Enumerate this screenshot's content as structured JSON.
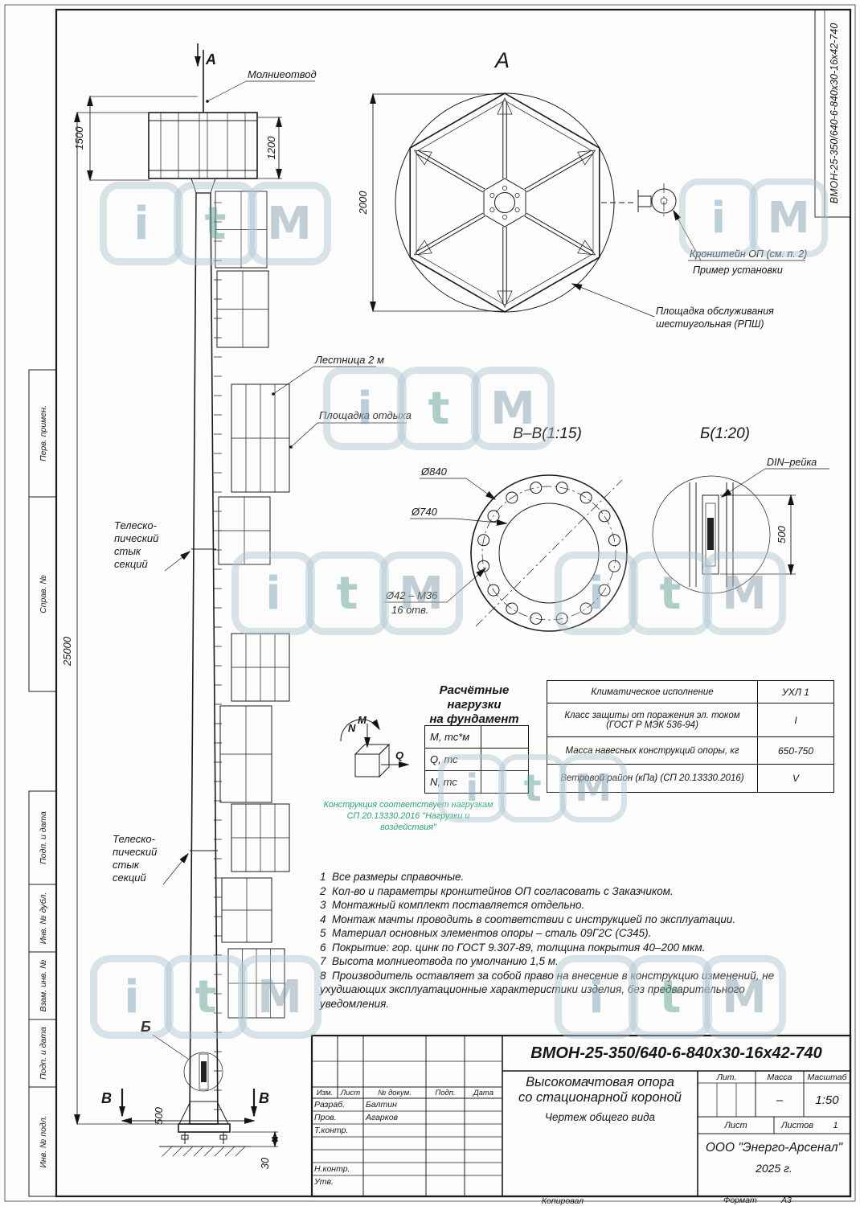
{
  "doc": {
    "designation": "ВМОН-25-350/640-6-840х30-16х42-740",
    "title_line1": "Высокомачтовая опора",
    "title_line2": "со стационарной короной",
    "subtitle": "Чертеж общего вида",
    "company": "ООО \"Энерго-Арсенал\"",
    "year": "2025 г.",
    "scale": "1:50",
    "mass": "–",
    "lit_label": "Лит.",
    "mass_label": "Масса",
    "scale_label": "Масштаб",
    "sheet_label": "Лист",
    "sheets_label": "Листов",
    "sheets_value": "1",
    "copied_label": "Копировал",
    "format_label": "Формат",
    "format_value": "А3"
  },
  "titleblock": {
    "col_izm": "Изм.",
    "col_list": "Лист",
    "col_doc": "№ докум.",
    "col_sign": "Подп.",
    "col_date": "Дата",
    "rows": [
      {
        "role": "Разраб.",
        "name": "Балтин"
      },
      {
        "role": "Пров.",
        "name": "Агарков"
      },
      {
        "role": "Т.контр.",
        "name": ""
      },
      {
        "role": "Н.контр.",
        "name": ""
      },
      {
        "role": "Утв.",
        "name": ""
      }
    ]
  },
  "margin_labels": [
    "Перв. примен.",
    "Справ. №",
    "Подп. и дата",
    "Инв. № дубл.",
    "Взам. инв. №",
    "Подп. и дата",
    "Инв. № подл."
  ],
  "elevation": {
    "section_a": "А",
    "lightning_rod": "Молниеотвод",
    "ladder": "Лестница 2 м",
    "rest_platform": "Площадка отдыха",
    "telescopic_line1": "Телеско-",
    "telescopic_line2": "пический",
    "telescopic_line3": "стык",
    "telescopic_line4": "секций",
    "marker_b": "Б",
    "marker_v": "В",
    "dim_1500": "1500",
    "dim_1200": "1200",
    "dim_25000": "25000",
    "dim_500": "500",
    "dim_30": "30"
  },
  "view_a": {
    "title": "А",
    "dim_2000": "2000",
    "bracket_line1": "Кронштейн ОП (см. п. 2)",
    "bracket_line2": "Пример установки",
    "platform_line1": "Площадка обслуживания",
    "platform_line2": "шестиугольная (РПШ)"
  },
  "view_vv": {
    "title": "В–В(1:15)",
    "dim_840": "Ø840",
    "dim_740": "Ø740",
    "holes_line1": "Ø42 – М36",
    "holes_line2": "16 отв."
  },
  "view_b": {
    "title": "Б(1:20)",
    "din": "DIN–рейка",
    "dim_500": "500"
  },
  "loads": {
    "title_line1": "Расчётные нагрузки",
    "title_line2": "на фундамент",
    "m_label": "М",
    "n_label": "N",
    "q_label": "Q",
    "rows": [
      "М, тс*м",
      "Q, тс",
      "N, тс"
    ],
    "note_line1": "Конструкция соответствует нагрузкам",
    "note_line2": "СП 20.13330.2016 \"Нагрузки и воздействия\""
  },
  "spec_table": {
    "rows": [
      {
        "param": "Климатическое исполнение",
        "param2": "",
        "value": "УХЛ 1"
      },
      {
        "param": "Класс защиты от поражения эл. током",
        "param2": "(ГОСТ Р МЭК 536-94)",
        "value": "I"
      },
      {
        "param": "Масса навесных конструкций опоры, кг",
        "param2": "",
        "value": "650-750"
      },
      {
        "param": "Ветровой район (кПа) (СП 20.13330.2016)",
        "param2": "",
        "value": "V"
      }
    ]
  },
  "notes": [
    "1  Все размеры справочные.",
    "2  Кол-во и параметры кронштейнов ОП согласовать с Заказчиком.",
    "3  Монтажный комплект поставляется отдельно.",
    "4  Монтаж мачты проводить в соответствии с инструкцией по эксплуатации.",
    "5  Материал основных элементов опоры – сталь 09Г2С (С345).",
    "6  Покрытие: гор. цинк по ГОСТ 9.307-89, толщина покрытия 40–200 мкм.",
    "7  Высота молниеотвода по умолчанию 1,5 м.",
    "8  Производитель оставляет за собой право на внесение в конструкцию изменений, не ухудшающих эксплуатационные характеристики изделия, без предварительного уведомления."
  ],
  "watermark": {
    "letters": [
      "i",
      "t",
      "M"
    ]
  }
}
